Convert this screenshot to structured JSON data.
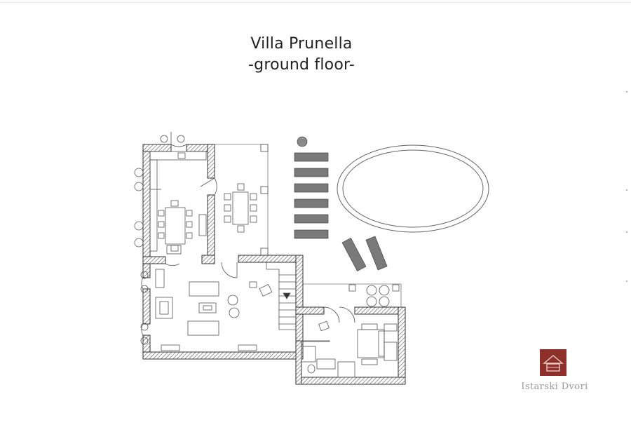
{
  "header": {
    "title": "Villa Prunella",
    "subtitle": "-ground floor-"
  },
  "logo": {
    "name": "Istarski Dvori",
    "color": "#8e2f2a"
  },
  "colors": {
    "wall": "#8a8a8a",
    "line": "#555555",
    "lounger": "#7a7a7a",
    "logo_text": "#9a9a9a"
  },
  "icons": [
    "logo-house-icon"
  ]
}
